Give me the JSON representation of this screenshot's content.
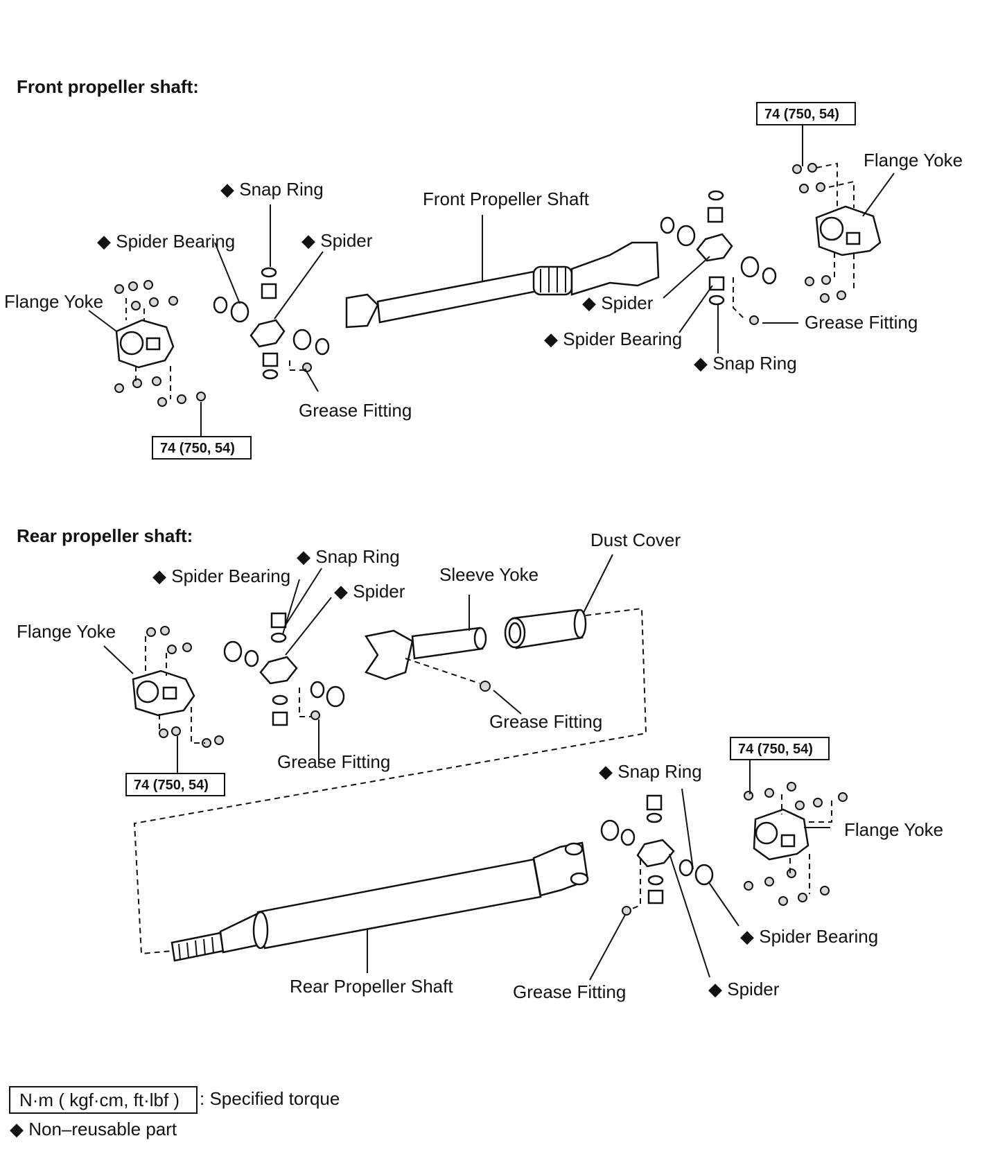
{
  "front": {
    "heading": "Front propeller shaft:",
    "labels": {
      "snap_ring_l": "Snap Ring",
      "spider_bearing_l": "Spider Bearing",
      "spider_l": "Spider",
      "flange_yoke_l": "Flange Yoke",
      "grease_fitting_l": "Grease Fitting",
      "shaft": "Front Propeller Shaft",
      "flange_yoke_r": "Flange Yoke",
      "spider_r": "Spider",
      "spider_bearing_r": "Spider Bearing",
      "snap_ring_r": "Snap Ring",
      "grease_fitting_r": "Grease Fitting"
    },
    "torque_l": "74 (750, 54)",
    "torque_r": "74 (750, 54)"
  },
  "rear": {
    "heading": "Rear propeller shaft:",
    "labels": {
      "snap_ring_l": "Snap Ring",
      "spider_bearing_l": "Spider Bearing",
      "spider_l": "Spider",
      "flange_yoke_l": "Flange Yoke",
      "grease_fitting_l": "Grease Fitting",
      "sleeve_yoke": "Sleeve Yoke",
      "dust_cover": "Dust Cover",
      "grease_fitting_m": "Grease Fitting",
      "snap_ring_r": "Snap Ring",
      "flange_yoke_r": "Flange Yoke",
      "spider_bearing_r": "Spider Bearing",
      "spider_r": "Spider",
      "grease_fitting_r": "Grease Fitting",
      "shaft": "Rear Propeller Shaft"
    },
    "torque_l": "74 (750, 54)",
    "torque_r": "74 (750, 54)"
  },
  "legend": {
    "torque_unit": "N·m ( kgf·cm, ft·lbf )",
    "torque_desc": ": Specified torque",
    "nonreusable": "Non–reusable part"
  },
  "symbols": {
    "diamond": "◆"
  }
}
